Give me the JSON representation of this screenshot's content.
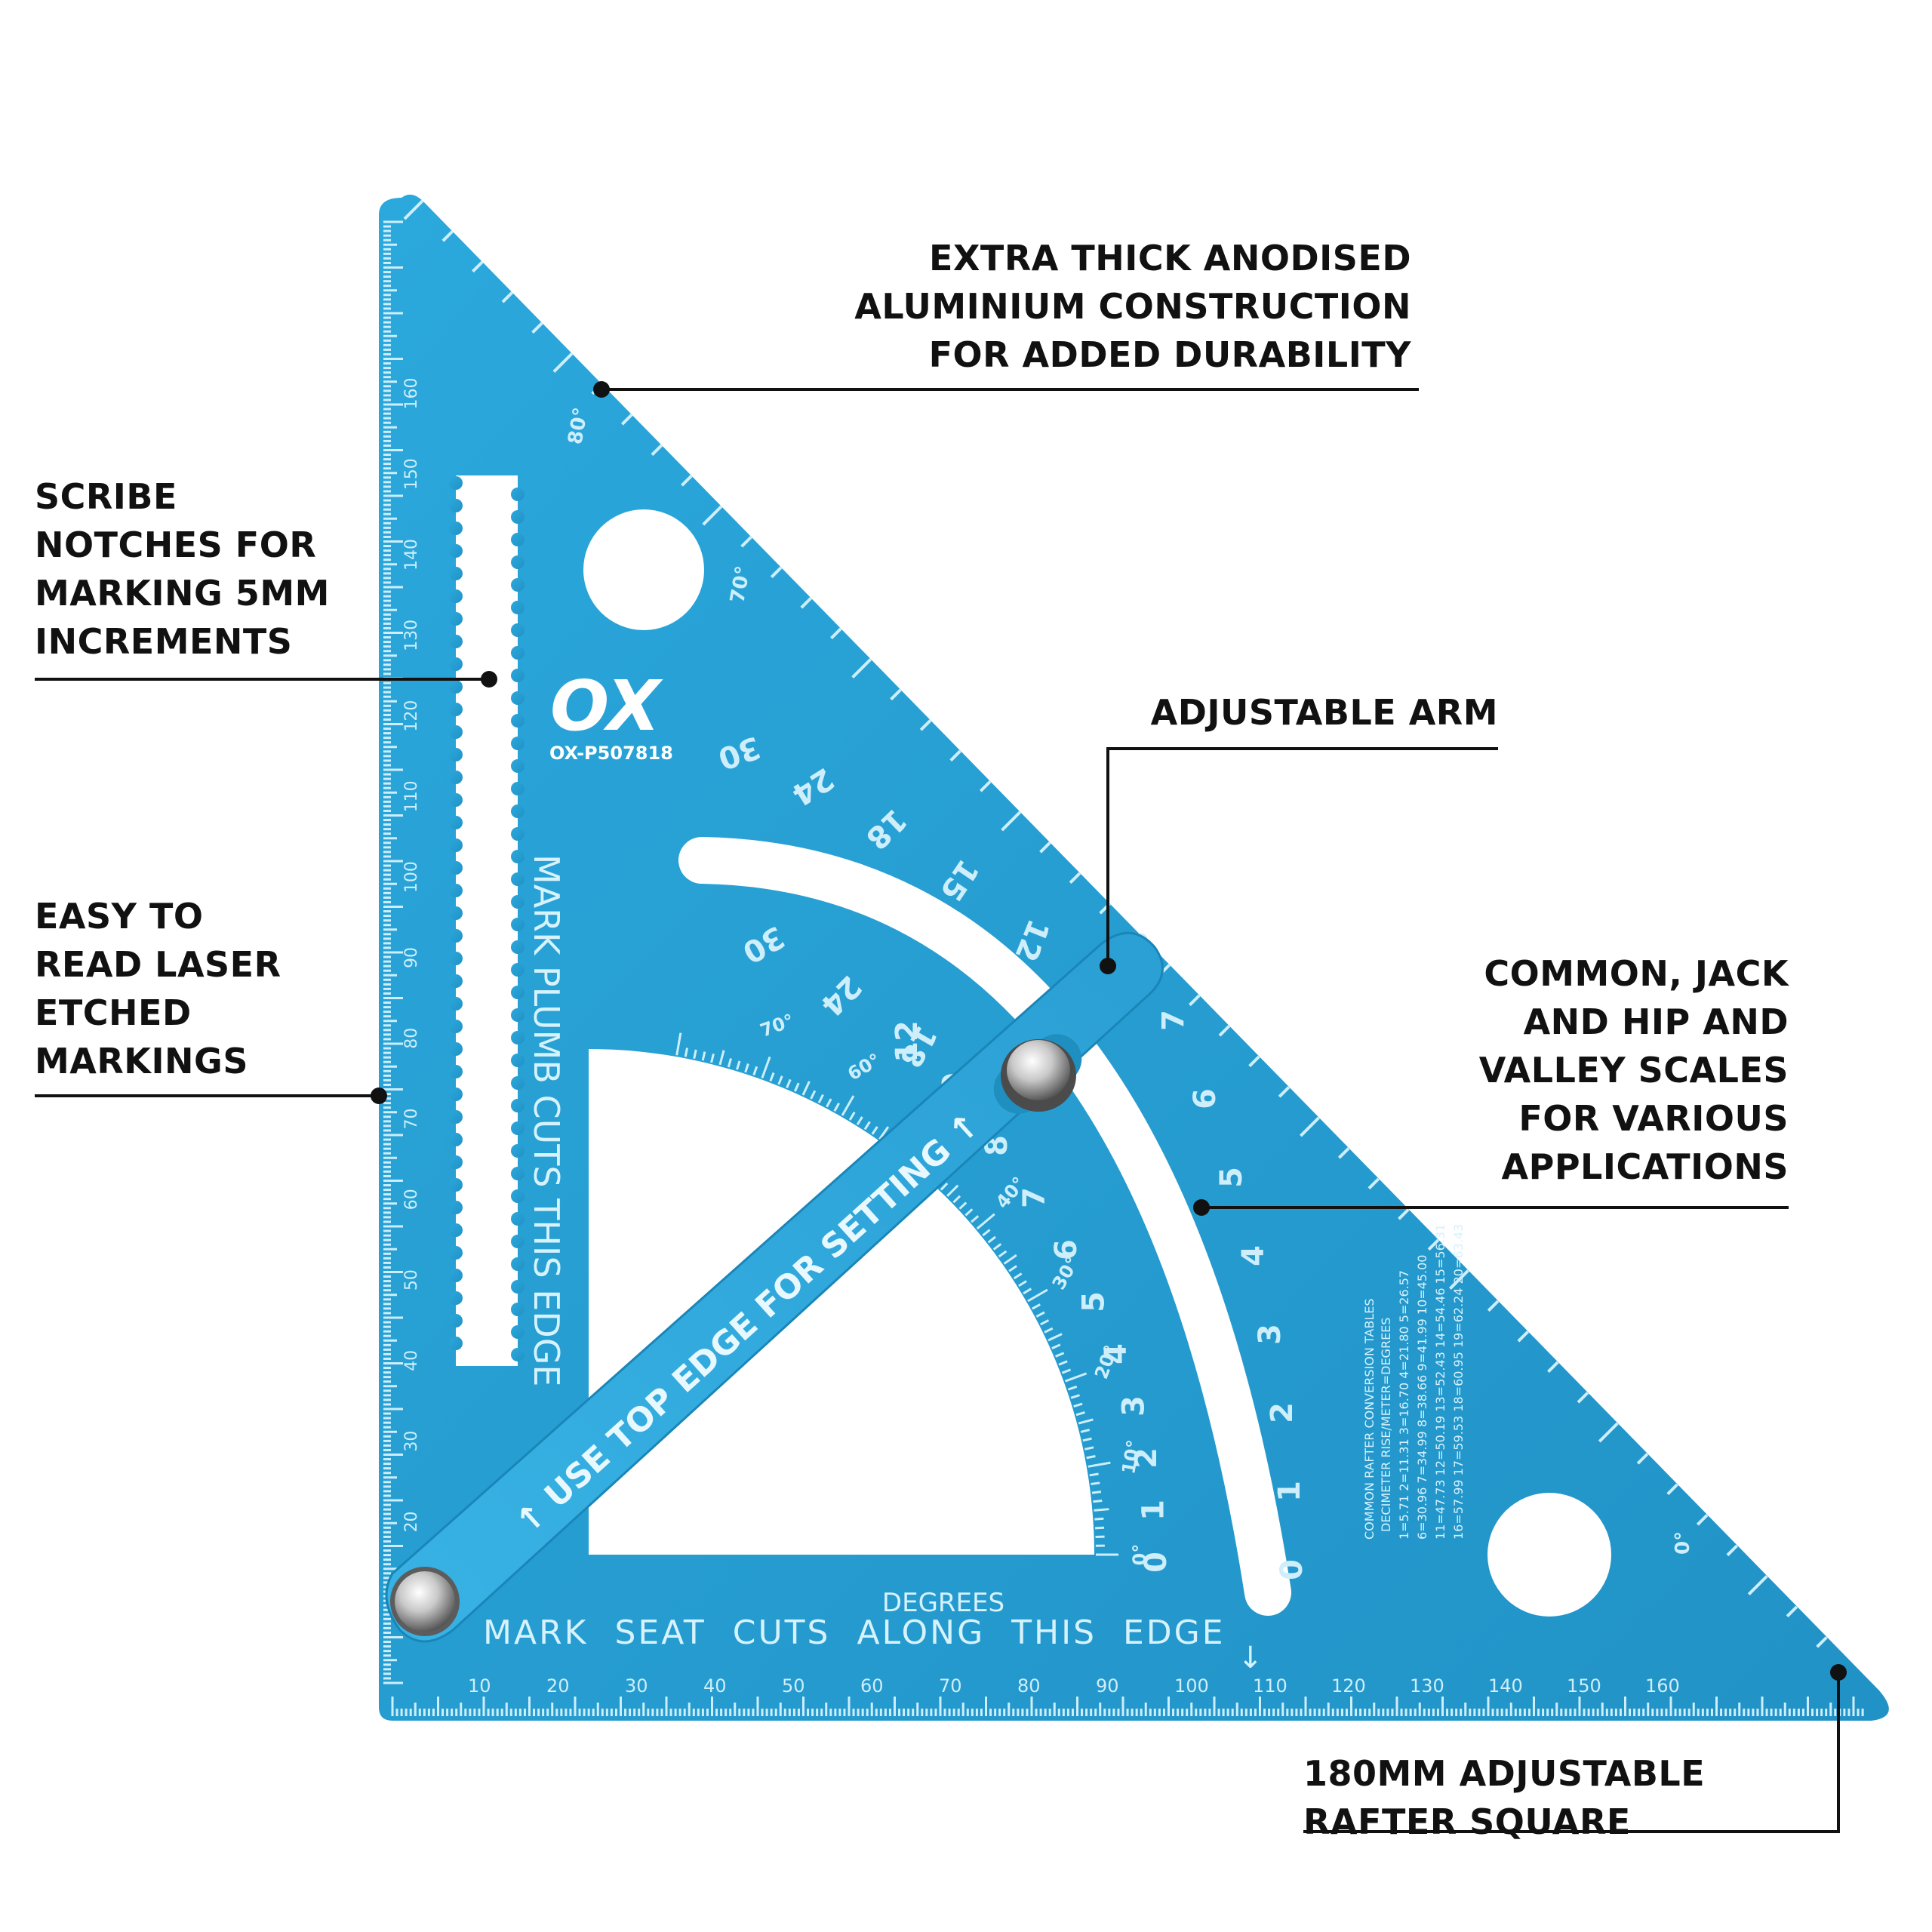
{
  "product": {
    "brand": "OX",
    "model": "OX-P507818",
    "plumb_text": "MARK PLUMB CUTS THIS EDGE",
    "seat_text": "MARK SEAT CUTS ALONG THIS EDGE",
    "arm_text": "↑ USE TOP EDGE FOR SETTING ↑",
    "degrees_label": "DEGREES",
    "table_title": "COMMON RAFTER CONVERSION TABLES",
    "table_subtitle": "DECIMETER RISE/METER=DEGREES",
    "table_cols": [
      "1=5.71 2=11.31 3=16.70 4=21.80 5=26.57",
      "6=30.96 7=34.99 8=38.66 9=41.99 10=45.00",
      "11=47.73 12=50.19 13=52.43 14=54.46 15=56.31",
      "16=57.99 17=59.53 18=60.95 19=62.24 20=63.43"
    ],
    "left_scale": [
      "10",
      "20",
      "30",
      "40",
      "50",
      "60",
      "70",
      "80",
      "90",
      "100",
      "110",
      "120",
      "130",
      "140",
      "150",
      "160"
    ],
    "bottom_scale": [
      "10",
      "20",
      "30",
      "40",
      "50",
      "60",
      "70",
      "80",
      "90",
      "100",
      "110",
      "120",
      "130",
      "140",
      "150",
      "160"
    ],
    "hyp_degrees": [
      "80°",
      "70°",
      "0°"
    ],
    "protractor_degrees": [
      "0°",
      "10°",
      "20°",
      "30°",
      "40°",
      "50°",
      "60°",
      "70°"
    ],
    "pitch_outer": [
      "0",
      "1",
      "2",
      "3",
      "4",
      "5",
      "6",
      "7",
      "8"
    ],
    "pitch_inner": [
      "0",
      "1",
      "2",
      "3",
      "4",
      "5",
      "6",
      "7",
      "8",
      "10",
      "12"
    ],
    "arc_upper": [
      "30",
      "24",
      "18",
      "15",
      "12"
    ],
    "arc_lower": [
      "30",
      "24",
      "18"
    ],
    "colors": {
      "body": "#2aa5d8",
      "etch": "#cdeefa",
      "label": "#111111"
    }
  },
  "callouts": {
    "construction": [
      "EXTRA THICK ANODISED",
      "ALUMINIUM CONSTRUCTION",
      "FOR ADDED DURABILITY"
    ],
    "scribe": [
      "SCRIBE",
      "NOTCHES FOR",
      "MARKING 5MM",
      "INCREMENTS"
    ],
    "laser": [
      "EASY TO",
      "READ LASER",
      "ETCHED",
      "MARKINGS"
    ],
    "arm": [
      "ADJUSTABLE ARM"
    ],
    "scales": [
      "COMMON, JACK",
      "AND HIP AND",
      "VALLEY SCALES",
      "FOR VARIOUS",
      "APPLICATIONS"
    ],
    "size": [
      "180MM ADJUSTABLE",
      "RAFTER SQUARE"
    ]
  }
}
